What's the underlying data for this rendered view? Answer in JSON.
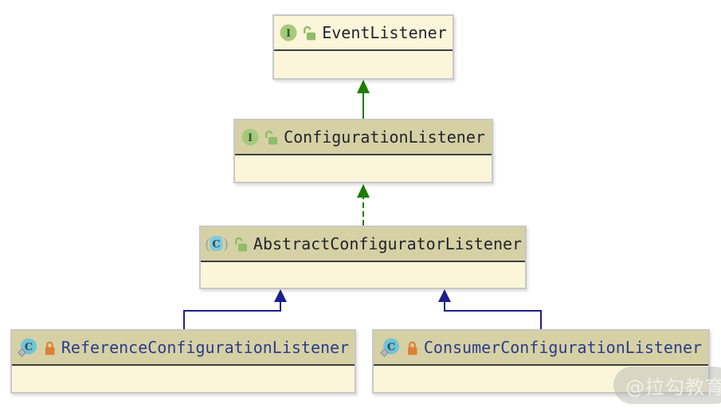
{
  "diagram_type": "uml-class-hierarchy",
  "colors": {
    "green_edge": "#1e7d00",
    "navy_edge": "#1e1e8f",
    "node_body": "#fbf6d9",
    "node_header_khaki": "#d6d1a4",
    "node_border": "#c8c8c8",
    "divider": "#3f3f3f",
    "title_dark": "#23232d",
    "title_navy": "#2b3a8e",
    "interface_icon_green": "#a4ca7c",
    "class_icon_cyan": "#70c4d8",
    "lock_open_green": "#8cbd69",
    "lock_closed_orange": "#de7f38",
    "watermark_bg": "rgba(176,176,168,0.45)",
    "watermark_text": "#f0efe9"
  },
  "nodes": [
    {
      "name": "EventListener",
      "kind": "interface",
      "icons": [
        "interface-icon",
        "lock-open-icon"
      ]
    },
    {
      "name": "ConfigurationListener",
      "kind": "interface",
      "icons": [
        "interface-icon",
        "lock-open-icon"
      ]
    },
    {
      "name": "AbstractConfiguratorListener",
      "kind": "abstract-class",
      "icons": [
        "abstract-class-icon",
        "lock-open-icon"
      ]
    },
    {
      "name": "ReferenceConfigurationListener",
      "kind": "class",
      "icons": [
        "class-icon",
        "lock-closed-icon"
      ]
    },
    {
      "name": "ConsumerConfigurationListener",
      "kind": "class",
      "icons": [
        "class-icon",
        "lock-closed-icon"
      ]
    }
  ],
  "edges": [
    {
      "from": "ConfigurationListener",
      "to": "EventListener",
      "type": "extends",
      "style": "solid",
      "color": "green"
    },
    {
      "from": "AbstractConfiguratorListener",
      "to": "ConfigurationListener",
      "type": "implements",
      "style": "dashed",
      "color": "green"
    },
    {
      "from": "ReferenceConfigurationListener",
      "to": "AbstractConfiguratorListener",
      "type": "extends",
      "style": "solid",
      "color": "navy"
    },
    {
      "from": "ConsumerConfigurationListener",
      "to": "AbstractConfiguratorListener",
      "type": "extends",
      "style": "solid",
      "color": "navy"
    }
  ],
  "watermark": {
    "text": "@拉勾教育"
  }
}
